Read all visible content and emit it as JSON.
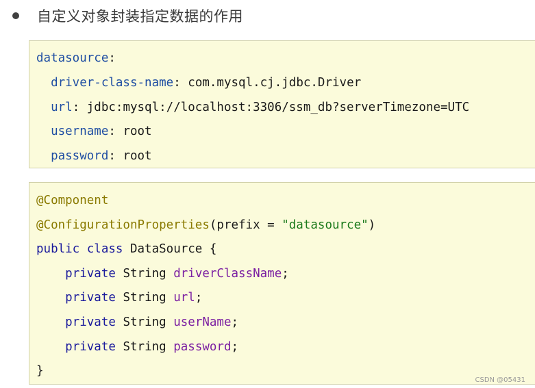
{
  "heading": {
    "text": "自定义对象封装指定数据的作用"
  },
  "yaml": {
    "l1_key": "datasource",
    "l1_colon": ":",
    "l2_indent": "  ",
    "l2_key": "driver-class-name",
    "l2_sep": ": ",
    "l2_val": "com.mysql.cj.jdbc.Driver",
    "l3_indent": "  ",
    "l3_key": "url",
    "l3_sep": ": ",
    "l3_val": "jdbc:mysql://localhost:3306/ssm_db?serverTimezone=UTC",
    "l4_indent": "  ",
    "l4_key": "username",
    "l4_sep": ": ",
    "l4_val": "root",
    "l5_indent": "  ",
    "l5_key": "password",
    "l5_sep": ": ",
    "l5_val": "root"
  },
  "java": {
    "ann1": "@Component",
    "ann2": "@ConfigurationProperties",
    "ann2_open": "(prefix = ",
    "ann2_str": "\"datasource\"",
    "ann2_close": ")",
    "cls_kw": "public class",
    "cls_rest": " DataSource {",
    "indent": "    ",
    "priv": "private",
    "type": " String ",
    "f1": "driverClassName",
    "f2": "url",
    "f3": "userName",
    "f4": "password",
    "semi": ";",
    "close": "}"
  },
  "watermark": "CSDN @05431"
}
